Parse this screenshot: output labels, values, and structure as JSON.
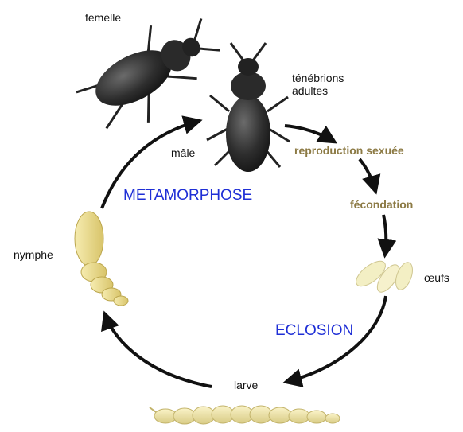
{
  "labels": {
    "femelle": "femelle",
    "adultes": "ténébrions\nadultes",
    "male": "mâle",
    "nymphe": "nymphe",
    "oeufs": "œufs",
    "larve": "larve"
  },
  "stages": {
    "reproduction": "reproduction sexuée",
    "fecondation": "fécondation"
  },
  "phases": {
    "metamorphose": "METAMORPHOSE",
    "eclosion": "ECLOSION"
  },
  "colors": {
    "phase_text": "#1f2fd6",
    "stage_text": "#8c7a44",
    "arrow": "#111111",
    "beetle": "#2a2a2a",
    "larva": "#f1e6a3",
    "pupa": "#efe08a",
    "egg": "#f3efc4"
  },
  "icons": [
    "female-beetle-icon",
    "male-beetle-icon",
    "eggs-icon",
    "larva-icon",
    "pupa-icon"
  ]
}
